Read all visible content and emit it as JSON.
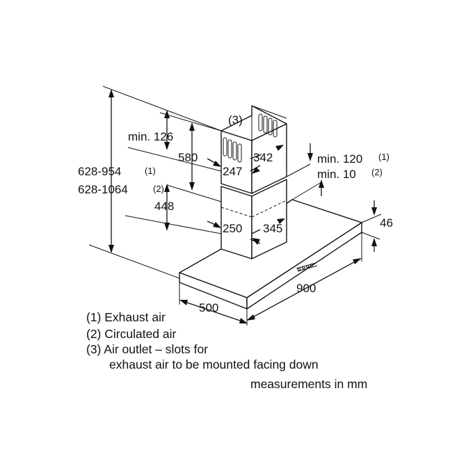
{
  "dimensions": {
    "total_height_exhaust": "628-954",
    "total_height_exhaust_note": "(1)",
    "total_height_circ": "628-1064",
    "total_height_circ_note": "(2)",
    "min_top": "min. 126",
    "upper_chimney": "580",
    "lower_chimney": "448",
    "upper_width": "342",
    "upper_depth": "247",
    "lower_width": "345",
    "lower_depth": "250",
    "min_exhaust": "min. 120",
    "min_exhaust_note": "(1)",
    "min_circ": "min. 10",
    "min_circ_note": "(2)",
    "canopy_thickness": "46",
    "canopy_width": "900",
    "canopy_depth": "500",
    "air_outlet_marker": "(3)"
  },
  "legend": {
    "item1": "(1) Exhaust air",
    "item2": "(2) Circulated air",
    "item3_line1": "(3) Air outlet – slots for",
    "item3_line2": "exhaust air to be mounted facing down",
    "units": "measurements in mm"
  },
  "colors": {
    "line": "#111111",
    "background": "#ffffff"
  }
}
